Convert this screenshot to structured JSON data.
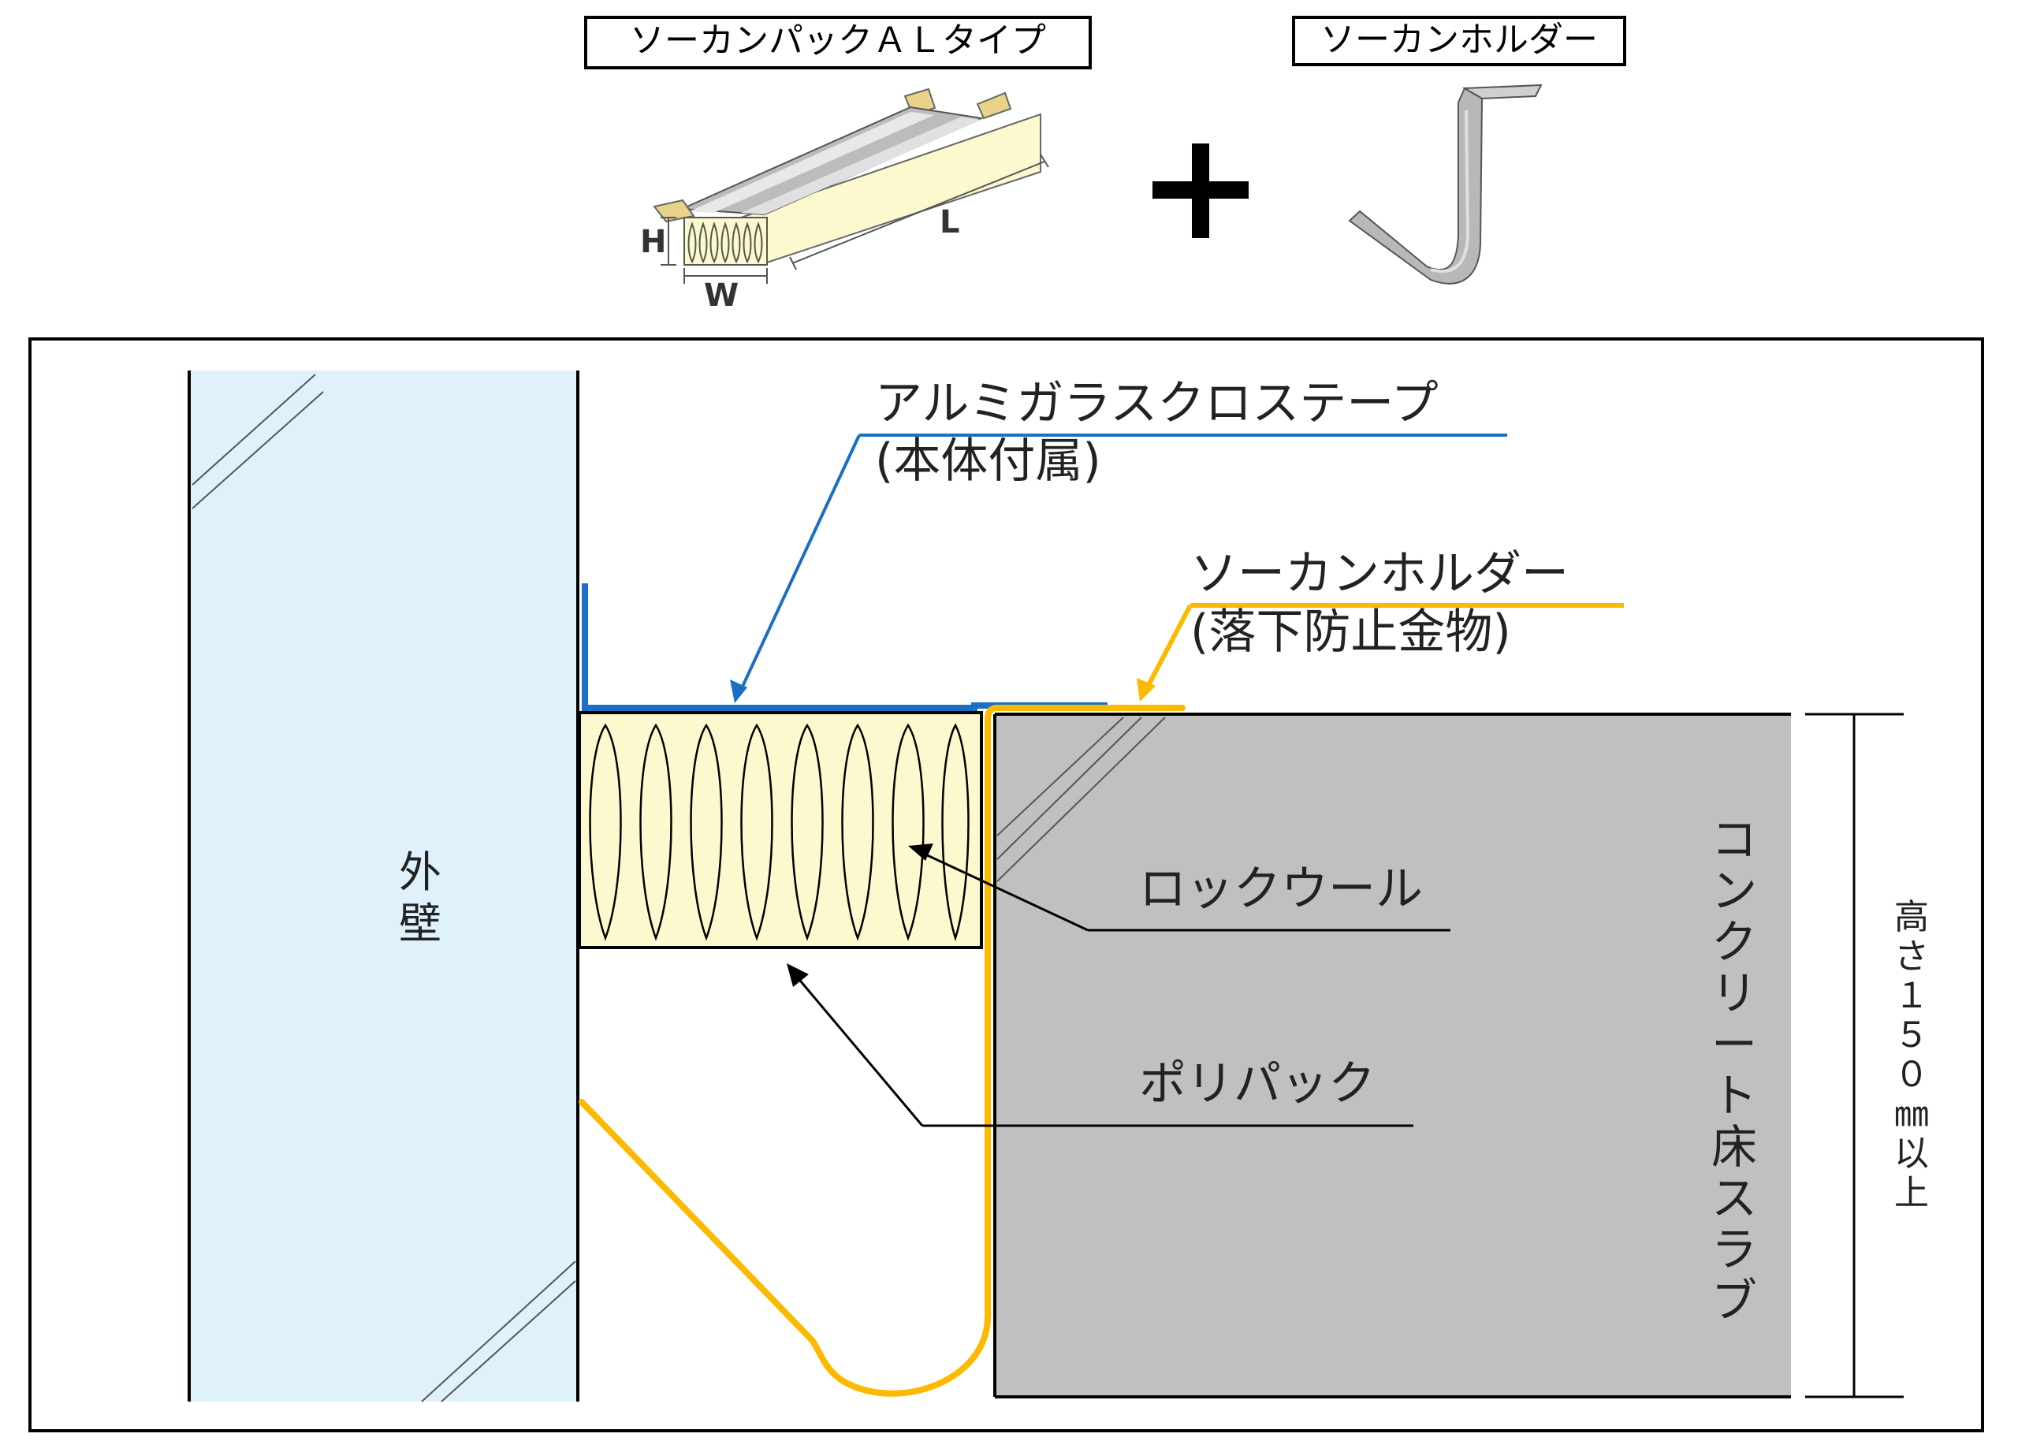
{
  "product_box_label": "ソーカンパックＡＬタイプ",
  "holder_box_label": "ソーカンホルダー",
  "plus_sign": "+",
  "dim_h": "H",
  "dim_w": "W",
  "dim_l": "L",
  "tape_label_line1": "アルミガラスクロステープ",
  "tape_label_line2": "(本体付属)",
  "holder_label_line1": "ソーカンホルダー",
  "holder_label_line2": "(落下防止金物)",
  "rockwool_label": "ロックウール",
  "polypack_label": "ポリパック",
  "outer_wall_label": [
    "外",
    "壁"
  ],
  "slab_label": [
    "コ",
    "ン",
    "ク",
    "リ",
    "ー",
    "ト",
    "床",
    "ス",
    "ラ",
    "ブ"
  ],
  "height_label": [
    "高",
    "さ",
    "１",
    "５",
    "０",
    "㎜",
    "以",
    "上"
  ],
  "colors": {
    "wall_fill": "#dff2fc",
    "slab_fill": "#c0c0c0",
    "rockwool_fill": "#fbf9cd",
    "tape_blue": "#1a6fc4",
    "holder_yellow": "#fbb900",
    "tab_yellow": "#e9d28a"
  }
}
